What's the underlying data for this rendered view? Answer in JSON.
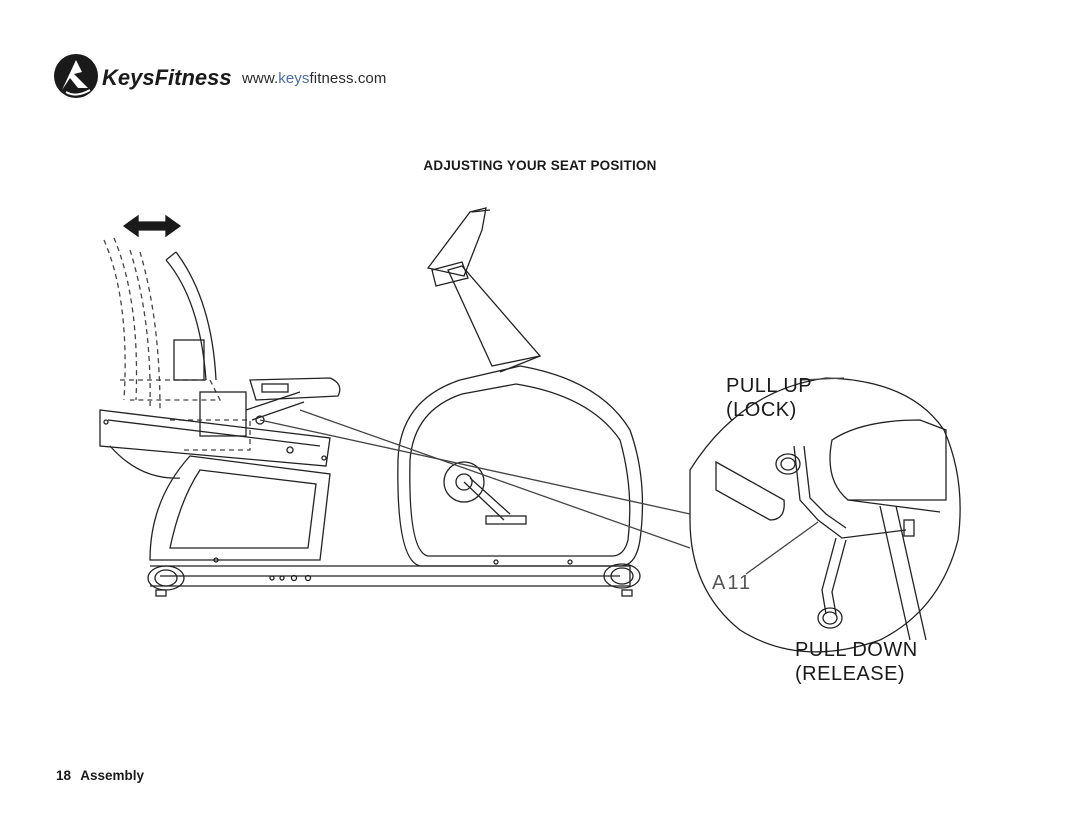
{
  "header": {
    "brand_logo_text": "KeysFitness",
    "website_prefix": "www.",
    "website_accent": "keys",
    "website_suffix": "fitness.com"
  },
  "section": {
    "title": "ADJUSTING YOUR SEAT POSITION"
  },
  "callouts": {
    "pull_up": "PULL UP",
    "lock": "(LOCK)",
    "pull_down": "PULL DOWN",
    "release": "(RELEASE)",
    "part_label": "A11"
  },
  "footer": {
    "page_number": "18",
    "section_name": "Assembly"
  },
  "colors": {
    "ink": "#1a1a1a",
    "url_accent": "#4a6fa5"
  }
}
